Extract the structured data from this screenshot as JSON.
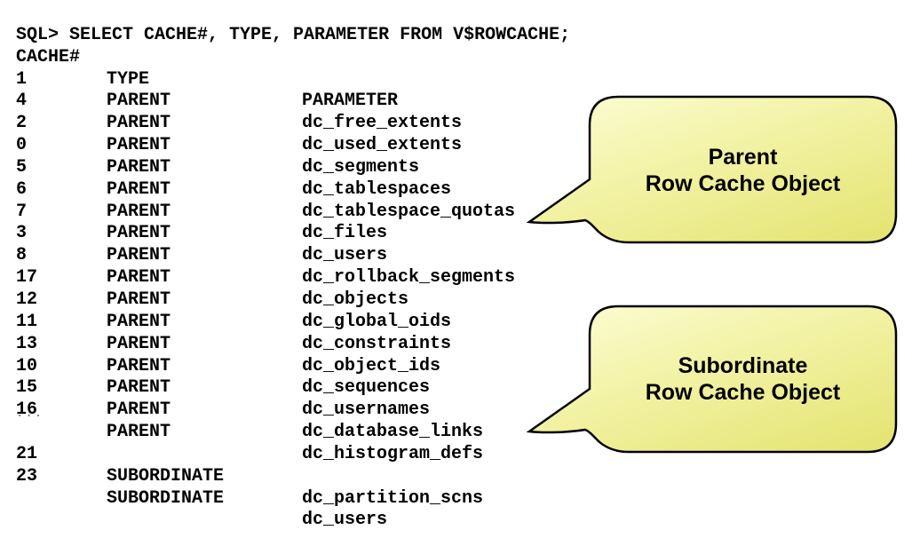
{
  "terminal": {
    "prompt_line": "SQL> SELECT CACHE#, TYPE, PARAMETER FROM V$ROWCACHE;",
    "header": {
      "cache": "CACHE#",
      "type": "TYPE",
      "parameter": "PARAMETER"
    },
    "rows": [
      {
        "cache": "1",
        "type": "PARENT",
        "parameter": "dc_free_extents"
      },
      {
        "cache": "4",
        "type": "PARENT",
        "parameter": "dc_used_extents"
      },
      {
        "cache": "2",
        "type": "PARENT",
        "parameter": "dc_segments"
      },
      {
        "cache": "0",
        "type": "PARENT",
        "parameter": "dc_tablespaces"
      },
      {
        "cache": "5",
        "type": "PARENT",
        "parameter": "dc_tablespace_quotas"
      },
      {
        "cache": "6",
        "type": "PARENT",
        "parameter": "dc_files"
      },
      {
        "cache": "7",
        "type": "PARENT",
        "parameter": "dc_users"
      },
      {
        "cache": "3",
        "type": "PARENT",
        "parameter": "dc_rollback_segments"
      },
      {
        "cache": "8",
        "type": "PARENT",
        "parameter": "dc_objects"
      },
      {
        "cache": "17",
        "type": "PARENT",
        "parameter": "dc_global_oids"
      },
      {
        "cache": "12",
        "type": "PARENT",
        "parameter": "dc_constraints"
      },
      {
        "cache": "11",
        "type": "PARENT",
        "parameter": "dc_object_ids"
      },
      {
        "cache": "13",
        "type": "PARENT",
        "parameter": "dc_sequences"
      },
      {
        "cache": "10",
        "type": "PARENT",
        "parameter": "dc_usernames"
      },
      {
        "cache": "15",
        "type": "PARENT",
        "parameter": "dc_database_links"
      },
      {
        "cache": "16",
        "type": "PARENT",
        "parameter": "dc_histogram_defs"
      },
      {
        "cache": "21",
        "type": "SUBORDINATE",
        "parameter": "dc_partition_scns"
      },
      {
        "cache": "23",
        "type": "SUBORDINATE",
        "parameter": "dc_users"
      }
    ],
    "ellipsis": "..."
  },
  "callouts": {
    "parent": {
      "title": "Parent",
      "subtitle": "Row Cache Object"
    },
    "subordinate": {
      "title": "Subordinate",
      "subtitle": "Row Cache Object"
    }
  },
  "colors": {
    "bubble_gradient_light": "#fdfdd8",
    "bubble_gradient_mid": "#f3f3a8",
    "bubble_gradient_dark": "#e5e576",
    "bubble_border": "#000000",
    "terminal_text": "#000000",
    "ellipsis_gray": "#808080",
    "background": "#ffffff"
  }
}
